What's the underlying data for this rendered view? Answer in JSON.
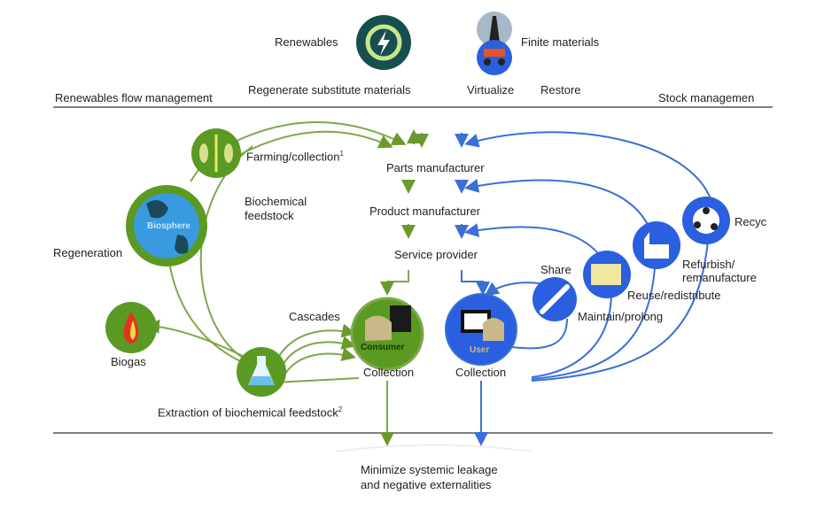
{
  "header": {
    "renewables": "Renewables",
    "finite_materials": "Finite materials",
    "regenerate": "Regenerate substitute materials",
    "virtualize": "Virtualize",
    "restore": "Restore",
    "left_section": "Renewables flow management",
    "right_section": "Stock managemen"
  },
  "bio_cycle": {
    "farming": "Farming/collection",
    "farming_note": "1",
    "biochemical_feedstock_line1": "Biochemical",
    "biochemical_feedstock_line2": "feedstock",
    "biosphere": "Biosphere",
    "regeneration": "Regeneration",
    "biogas": "Biogas",
    "cascades": "Cascades",
    "consumer": "Consumer",
    "collection": "Collection",
    "extraction": "Extraction of biochemical feedstock",
    "extraction_note": "2"
  },
  "value_chain": {
    "parts": "Parts manufacturer",
    "product": "Product manufacturer",
    "service": "Service provider"
  },
  "tech_cycle": {
    "user": "User",
    "collection": "Collection",
    "share": "Share",
    "maintain": "Maintain/prolong",
    "reuse": "Reuse/redistribute",
    "refurbish_line1": "Refurbish/",
    "refurbish_line2": "remanufacture",
    "recycle": "Recyc"
  },
  "footer": {
    "line1": "Minimize systemic leakage",
    "line2": "and negative externalities"
  },
  "colors": {
    "green": "#6a9a2e",
    "green_fill": "#5a9a22",
    "blue": "#3a6fd8",
    "blue_fill": "#2a5fe0"
  }
}
